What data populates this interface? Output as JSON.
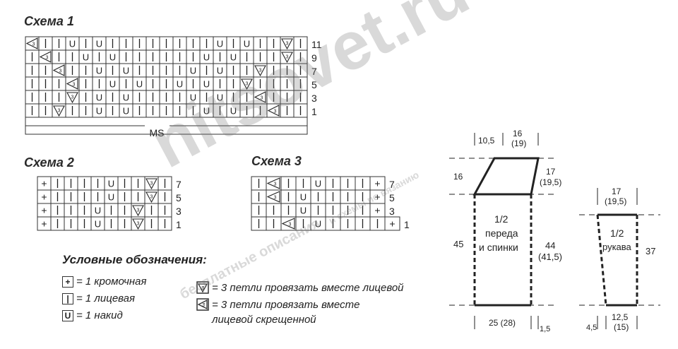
{
  "scheme1": {
    "title": "Схема 1",
    "rows": [
      {
        "label": "11",
        "cells": [
          "k3tbl",
          "k",
          "k",
          "U",
          "k",
          "U",
          "k",
          "k",
          "k",
          "k",
          "k",
          "k",
          "k",
          "k",
          "U",
          "k",
          "U",
          "k",
          "k",
          "k3",
          "k"
        ]
      },
      {
        "label": "9",
        "cells": [
          "k",
          "k3tbl",
          "k",
          "k",
          "U",
          "k",
          "U",
          "k",
          "k",
          "k",
          "k",
          "k",
          "k",
          "U",
          "k",
          "U",
          "k",
          "k",
          "k",
          "k3",
          "k"
        ]
      },
      {
        "label": "7",
        "cells": [
          "k",
          "k",
          "k3tbl",
          "k",
          "k",
          "U",
          "k",
          "U",
          "k",
          "k",
          "k",
          "k",
          "U",
          "k",
          "U",
          "k",
          "k",
          "k3",
          "k",
          "k",
          "k"
        ]
      },
      {
        "label": "5",
        "cells": [
          "k",
          "k",
          "k",
          "k3tbl",
          "k",
          "k",
          "U",
          "k",
          "U",
          "k",
          "k",
          "U",
          "k",
          "U",
          "k",
          "k",
          "k3",
          "k",
          "k",
          "k",
          "k"
        ]
      },
      {
        "label": "3",
        "cells": [
          "k",
          "k",
          "k",
          "k3",
          "k",
          "U",
          "k",
          "U",
          "k",
          "k",
          "k",
          "k",
          "U",
          "k",
          "U",
          "k",
          "k",
          "k3tbl",
          "k",
          "k",
          "k"
        ]
      },
      {
        "label": "1",
        "cells": [
          "k",
          "k",
          "k3",
          "k",
          "k",
          "U",
          "k",
          "U",
          "k",
          "k",
          "k",
          "k",
          "k",
          "U",
          "k",
          "U",
          "k",
          "k",
          "k3tbl",
          "k",
          "k"
        ]
      }
    ],
    "repeat_label": "MS"
  },
  "scheme2": {
    "title": "Схема 2",
    "rows": [
      {
        "label": "7",
        "cells": [
          "+",
          "k",
          "k",
          "k",
          "k",
          "U",
          "k",
          "k",
          "k3",
          "k"
        ]
      },
      {
        "label": "5",
        "cells": [
          "+",
          "k",
          "k",
          "k",
          "k",
          "U",
          "k",
          "k",
          "k3",
          "k"
        ]
      },
      {
        "label": "3",
        "cells": [
          "+",
          "k",
          "k",
          "k",
          "U",
          "k",
          "k",
          "k3",
          "k",
          "k"
        ]
      },
      {
        "label": "1",
        "cells": [
          "+",
          "k",
          "k",
          "k",
          "U",
          "k",
          "k",
          "k3",
          "k",
          "k"
        ]
      }
    ]
  },
  "scheme3": {
    "title": "Схема 3",
    "rows": [
      {
        "label": "7",
        "cells": [
          "k",
          "k3tbl",
          "k",
          "k",
          "U",
          "k",
          "k",
          "k",
          "+"
        ]
      },
      {
        "label": "5",
        "cells": [
          "k",
          "k3tbl",
          "k",
          "U",
          "k",
          "k",
          "k",
          "k",
          "+"
        ]
      },
      {
        "label": "3",
        "cells": [
          "k",
          "k",
          "k",
          "U",
          "k",
          "k",
          "k",
          "k",
          "+"
        ]
      },
      {
        "label": "1",
        "cells": [
          "k",
          "k",
          "k3tbl",
          "k",
          "U",
          "k",
          "k",
          "k",
          "k",
          "+"
        ]
      }
    ]
  },
  "legend": {
    "title": "Условные обозначения:",
    "items": [
      {
        "symbol": "+",
        "text": "= 1 кромочная"
      },
      {
        "symbol": "|",
        "text": "= 1 лицевая"
      },
      {
        "symbol": "U",
        "text": "= 1 накид"
      }
    ],
    "items_right": [
      {
        "symbol": "k3",
        "text": "= 3 петли провязать вместе лицевой"
      },
      {
        "symbol": "k3tbl",
        "text": "= 3 петли провязать вместе",
        "text2": "лицевой скрещенной"
      }
    ]
  },
  "body_pattern": {
    "label_line1": "1/2",
    "label_line2": "переда",
    "label_line3": "и спинки",
    "top_left": "10,5",
    "top_right_1": "16",
    "top_right_2": "(19)",
    "shoulder_left": "16",
    "shoulder_right_1": "17",
    "shoulder_right_2": "(19,5)",
    "height_left": "45",
    "height_right_1": "44",
    "height_right_2": "(41,5)",
    "bottom": "25 (28)",
    "bottom_small": "1,5"
  },
  "sleeve_pattern": {
    "label_line1": "1/2",
    "label_line2": "рукава",
    "top_1": "17",
    "top_2": "(19,5)",
    "height": "37",
    "bottom_1": "12,5",
    "bottom_2": "(15)",
    "bottom_small": "4,5"
  },
  "watermark": {
    "main": "nitsovet.ru",
    "sub1": "бесплатные описания",
    "sub2": "и схемы по вязанию"
  }
}
